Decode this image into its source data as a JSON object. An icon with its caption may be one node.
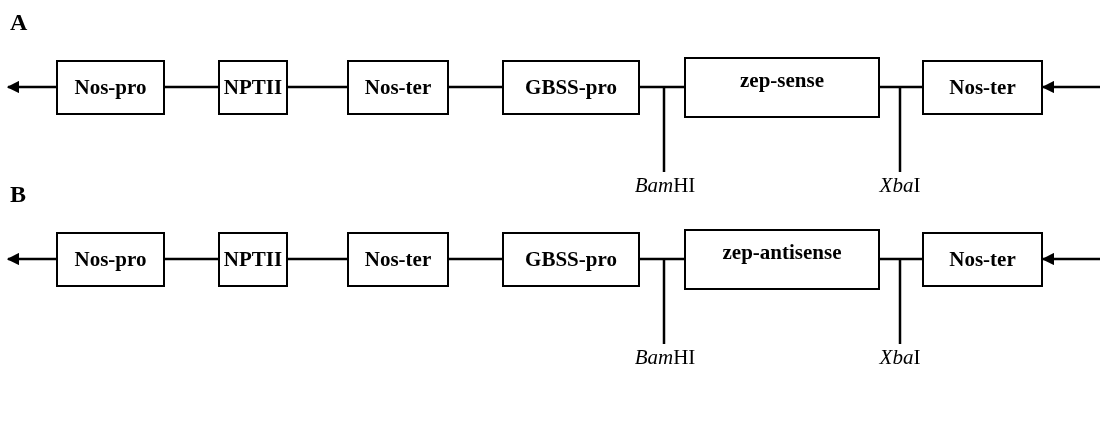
{
  "diagram": {
    "nodes": [
      {
        "text": [
          "Nos-pro"
        ]
      },
      {
        "text": [
          "NPTII"
        ]
      },
      {
        "text": [
          "Nos-ter"
        ]
      },
      {
        "text": [
          "GBSS-pro"
        ]
      },
      {
        "text": [
          "zep-sense"
        ]
      },
      {
        "text": [
          "Nos-ter"
        ]
      },
      {
        "text": [
          "Bam",
          "HI"
        ]
      },
      {
        "text": [
          "Xba",
          "I"
        ]
      },
      {
        "text": [
          "Nos-pro"
        ]
      },
      {
        "text": [
          "NPTII"
        ]
      },
      {
        "text": [
          "Nos-ter"
        ]
      },
      {
        "text": [
          "GBSS-pro"
        ]
      },
      {
        "text": [
          "zep-antisense"
        ]
      },
      {
        "text": [
          "Nos-ter"
        ]
      },
      {
        "text": [
          "Bam",
          "HI"
        ]
      },
      {
        "text": [
          "Xba",
          "I"
        ]
      }
    ],
    "edges": [
      {
        "from": 0,
        "to": null,
        "arrow": "to"
      },
      {
        "from": 0,
        "to": 1,
        "arrow": "none"
      },
      {
        "from": 1,
        "to": 2,
        "arrow": "none"
      },
      {
        "from": 2,
        "to": 3,
        "arrow": "none"
      },
      {
        "from": 3,
        "to": 4,
        "arrow": "none"
      },
      {
        "from": 4,
        "to": 5,
        "arrow": "none"
      },
      {
        "from": null,
        "to": 5,
        "arrow": "to"
      },
      {
        "from": 6,
        "to": null,
        "arrow": "none"
      },
      {
        "from": 7,
        "to": null,
        "arrow": "none"
      },
      {
        "from": 8,
        "to": null,
        "arrow": "to"
      },
      {
        "from": 8,
        "to": 9,
        "arrow": "none"
      },
      {
        "from": 9,
        "to": 10,
        "arrow": "none"
      },
      {
        "from": 10,
        "to": 11,
        "arrow": "none"
      },
      {
        "from": 11,
        "to": 12,
        "arrow": "none"
      },
      {
        "from": 12,
        "to": 13,
        "arrow": "none"
      },
      {
        "from": null,
        "to": 13,
        "arrow": "to"
      },
      {
        "from": 14,
        "to": null,
        "arrow": "none"
      },
      {
        "from": 15,
        "to": null,
        "arrow": "none"
      }
    ],
    "labels": [
      "A",
      "B"
    ]
  }
}
